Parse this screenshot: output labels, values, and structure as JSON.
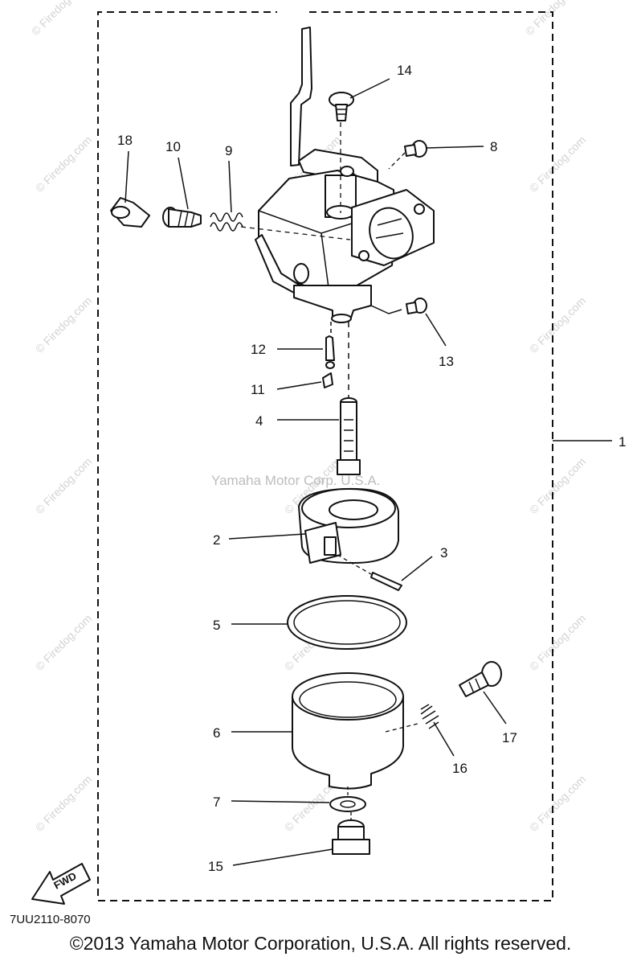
{
  "diagram": {
    "callouts": [
      {
        "id": "1",
        "label": "1"
      },
      {
        "id": "2",
        "label": "2"
      },
      {
        "id": "3",
        "label": "3"
      },
      {
        "id": "4",
        "label": "4"
      },
      {
        "id": "5",
        "label": "5"
      },
      {
        "id": "6",
        "label": "6"
      },
      {
        "id": "7",
        "label": "7"
      },
      {
        "id": "8",
        "label": "8"
      },
      {
        "id": "9",
        "label": "9"
      },
      {
        "id": "10",
        "label": "10"
      },
      {
        "id": "11",
        "label": "11"
      },
      {
        "id": "12",
        "label": "12"
      },
      {
        "id": "13",
        "label": "13"
      },
      {
        "id": "14",
        "label": "14"
      },
      {
        "id": "15",
        "label": "15"
      },
      {
        "id": "16",
        "label": "16"
      },
      {
        "id": "17",
        "label": "17"
      },
      {
        "id": "18",
        "label": "18"
      }
    ],
    "watermark_center": "Yamaha Motor Corp. U.S.A.",
    "watermark_small": "© Firedog.com",
    "fwd_label": "FWD",
    "drawing_code": "7UU2110-8070"
  },
  "footer": {
    "copyright": "©2013 Yamaha Motor Corporation, U.S.A. All rights reserved."
  }
}
